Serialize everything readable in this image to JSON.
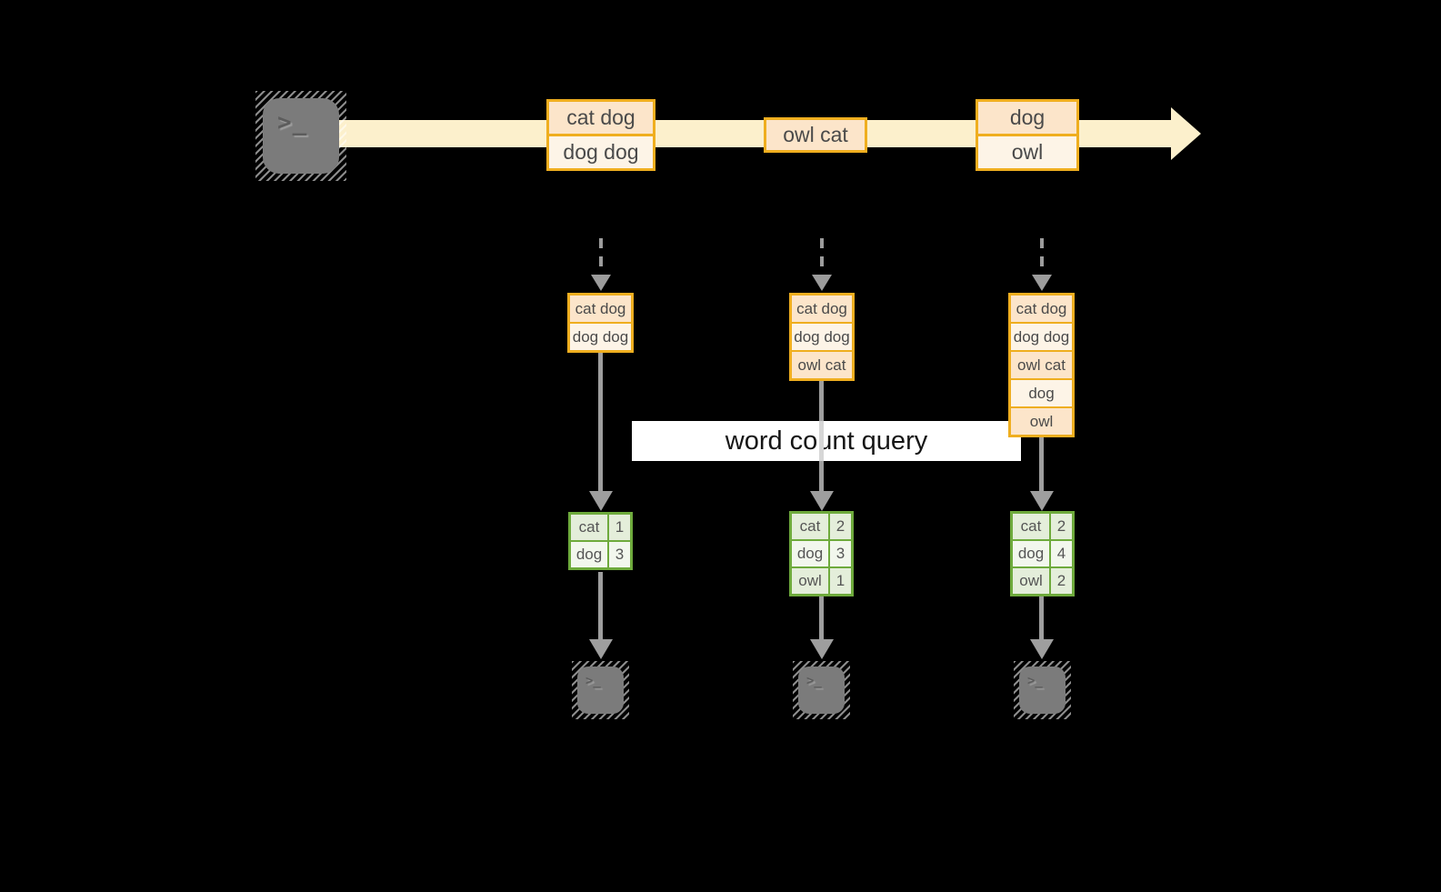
{
  "stream": {
    "source_icon": "terminal",
    "prompt_glyph": ">_",
    "events": [
      {
        "cells": [
          "cat dog",
          "dog dog"
        ]
      },
      {
        "cells": [
          "owl cat"
        ]
      },
      {
        "cells": [
          "dog",
          "owl"
        ]
      }
    ]
  },
  "query": {
    "label": "word count query"
  },
  "columns": [
    {
      "buffer": [
        "cat dog",
        "dog dog"
      ],
      "counts": [
        {
          "word": "cat",
          "count": "1"
        },
        {
          "word": "dog",
          "count": "3"
        }
      ]
    },
    {
      "buffer": [
        "cat dog",
        "dog dog",
        "owl cat"
      ],
      "counts": [
        {
          "word": "cat",
          "count": "2"
        },
        {
          "word": "dog",
          "count": "3"
        },
        {
          "word": "owl",
          "count": "1"
        }
      ]
    },
    {
      "buffer": [
        "cat dog",
        "dog dog",
        "owl cat",
        "dog",
        "owl"
      ],
      "counts": [
        {
          "word": "cat",
          "count": "2"
        },
        {
          "word": "dog",
          "count": "4"
        },
        {
          "word": "owl",
          "count": "2"
        }
      ]
    }
  ],
  "colors": {
    "background": "#000000",
    "stream_band": "#fcf0cc",
    "event_border": "#efae1f",
    "event_fill_dark": "#fce5ca",
    "event_fill_light": "#fdf4e7",
    "table_border": "#6eaa3c",
    "table_fill_dark": "#e4eeda",
    "table_fill_light": "#f2f7ed",
    "arrow_gray": "#9e9e9e",
    "terminal_gray": "#7b7b7b",
    "query_bg": "#ffffff"
  }
}
